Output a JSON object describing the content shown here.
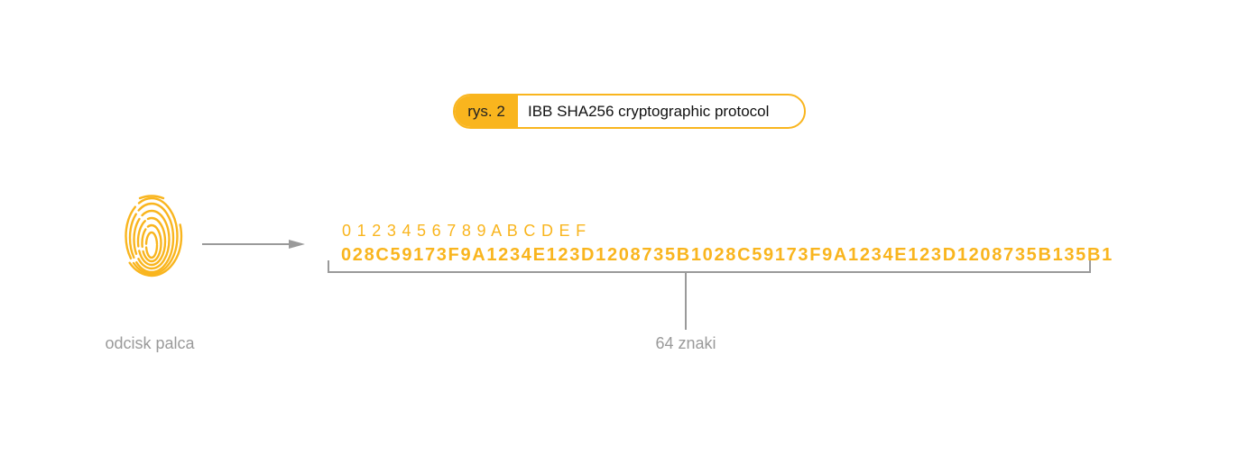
{
  "badge": {
    "label": "rys. 2",
    "title": "IBB SHA256 cryptographic protocol"
  },
  "hex_alphabet": "0 1 2 3 4 5 6 7 8 9 A B C D E F",
  "hash": "028C59173F9A1234E123D1208735B1028C59173F9A1234E123D1208735B135B1",
  "fingerprint_label": "odcisk palca",
  "length_label": "64 znaki",
  "colors": {
    "accent": "#F9B51E",
    "gray": "#9a9a9a"
  }
}
